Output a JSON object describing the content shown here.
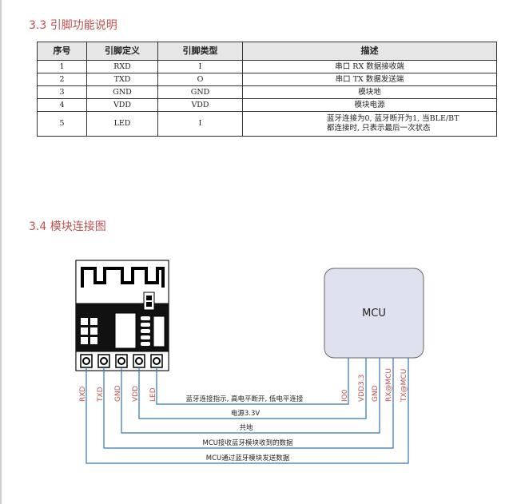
{
  "section1": {
    "title": "3.3 引脚功能说明"
  },
  "table": {
    "headers": [
      "序号",
      "引脚定义",
      "引脚类型",
      "描述"
    ],
    "rows": [
      {
        "no": "1",
        "def": "RXD",
        "type": "I",
        "desc": "串口 RX 数据接收端"
      },
      {
        "no": "2",
        "def": "TXD",
        "type": "O",
        "desc": "串口 TX 数据发送端"
      },
      {
        "no": "3",
        "def": "GND",
        "type": "GND",
        "desc": "模块地"
      },
      {
        "no": "4",
        "def": "VDD",
        "type": "VDD",
        "desc": "模块电源"
      },
      {
        "no": "5",
        "def": "LED",
        "type": "I",
        "desc_line1": "蓝牙连接为0, 蓝牙断开为1, 当BLE/BT",
        "desc_line2": "都连接时, 只表示最后一次状态"
      }
    ]
  },
  "section2": {
    "title": "3.4 模块连接图"
  },
  "diagram": {
    "mcu_label": "MCU",
    "module_pins": [
      "RXD",
      "TXD",
      "GND",
      "VDD",
      "LED"
    ],
    "mcu_pins": [
      "IO0",
      "VDD3.3",
      "GND",
      "RX@MCU",
      "TX@MCU"
    ],
    "connections": [
      "蓝牙连接指示, 高电平断开, 低电平连接",
      "电源3.3V",
      "共地",
      "MCU接收蓝牙模块收到的数据",
      "MCU通过蓝牙模块发送数据"
    ],
    "line_color": "#2e75b6",
    "mcu_fill": "#dfe1ee"
  }
}
